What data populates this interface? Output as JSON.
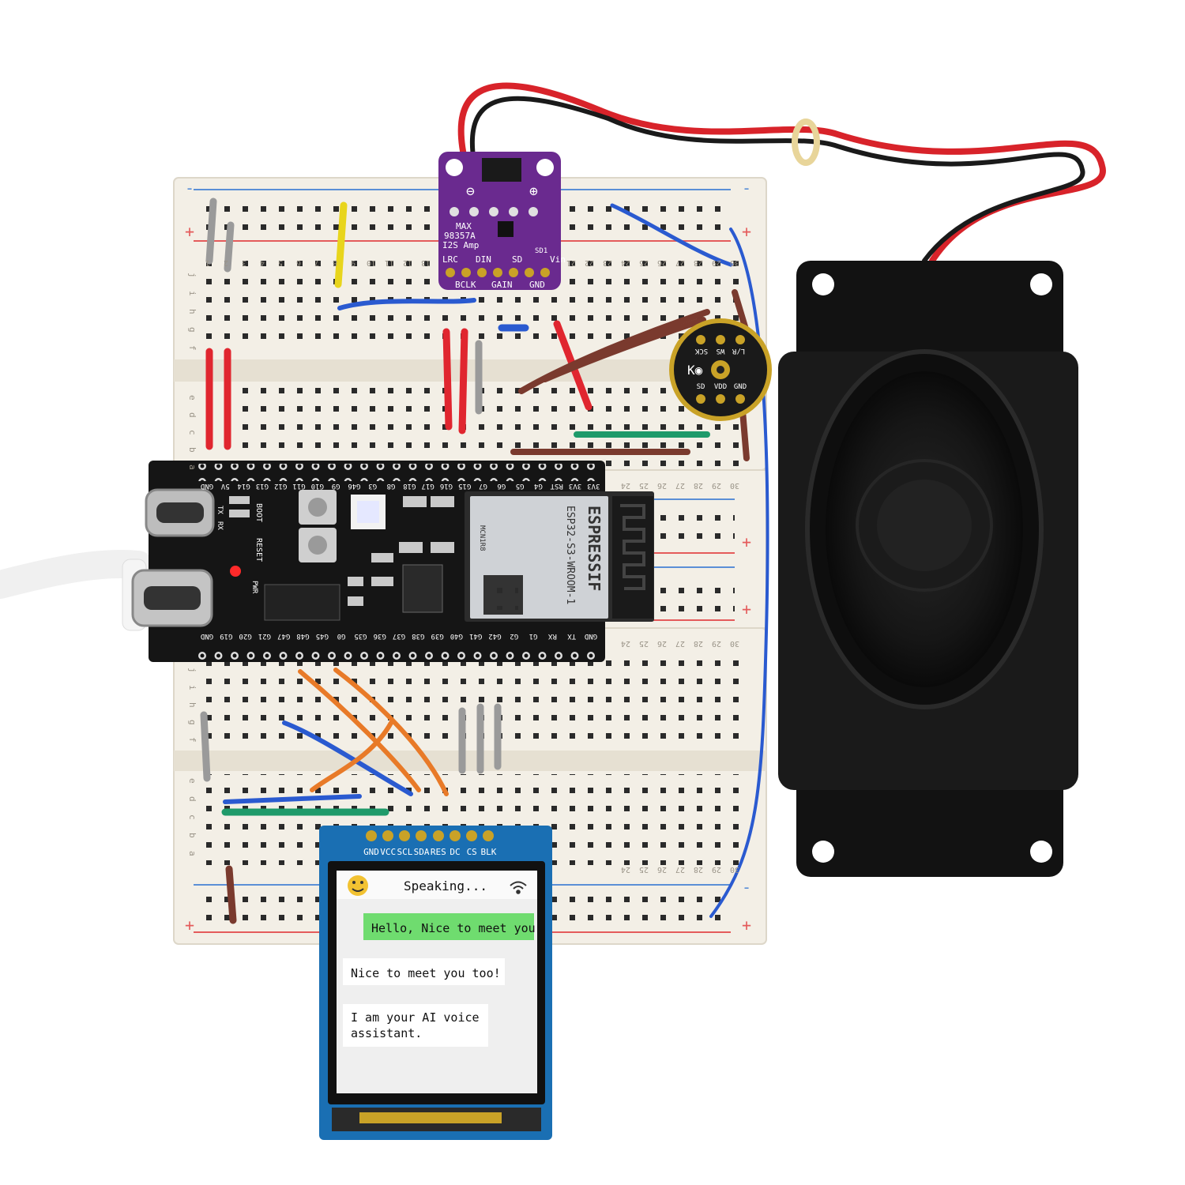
{
  "amplifier": {
    "title": "MAX",
    "part": "98357A",
    "subtitle": "I2S Amp",
    "pins_top": [
      "LRC",
      "DIN",
      "SD",
      "Vin"
    ],
    "pins_bottom": [
      "BCLK",
      "GAIN",
      "GND"
    ],
    "minus": "⊖",
    "plus": "⊕",
    "chip_label": "SD1"
  },
  "microphone": {
    "pins_top": [
      "L/R",
      "WS",
      "SCK"
    ],
    "pins_bottom": [
      "SD",
      "VDD",
      "GND"
    ]
  },
  "esp32": {
    "module_brand": "ESPRESSIF",
    "module_name": "ESP32-S3-WROOM-1",
    "button_boot": "BOOT",
    "button_reset": "RESET",
    "pin_row_top": [
      "GND",
      "5V",
      "G14",
      "G13",
      "G12",
      "G11",
      "G10",
      "G9",
      "G46",
      "G3",
      "G8",
      "G18",
      "G17",
      "G16",
      "G15",
      "G7",
      "G6",
      "G5",
      "G4",
      "RST",
      "3V3",
      "3V3"
    ],
    "pin_row_bottom": [
      "GND",
      "G19",
      "G20",
      "G21",
      "G47",
      "G48",
      "G45",
      "G0",
      "G35",
      "G36",
      "G37",
      "G38",
      "G39",
      "G40",
      "G41",
      "G42",
      "G2",
      "G1",
      "RX",
      "TX",
      "GND"
    ],
    "labels_side": [
      "TX",
      "RX",
      "PWR"
    ],
    "module_info": "MCN1R8"
  },
  "display": {
    "pins": [
      "GND",
      "VCC",
      "SCL",
      "SDA",
      "RES",
      "DC",
      "CS",
      "BLK"
    ],
    "status": "Speaking...",
    "messages": [
      {
        "role": "user",
        "text": "Hello, Nice to meet you!"
      },
      {
        "role": "assistant",
        "text": "Nice to meet you too!"
      },
      {
        "role": "assistant",
        "text": "I am your AI voice assistant."
      }
    ],
    "colors": {
      "user_bubble": "#6fdc6f",
      "assistant_bubble": "#ffffff",
      "screen_bg": "#efefef"
    }
  },
  "breadboard": {
    "column_numbers": [
      "1",
      "2",
      "3",
      "4",
      "5",
      "6",
      "7",
      "8",
      "9",
      "10",
      "11",
      "12",
      "13",
      "14",
      "15",
      "16",
      "17",
      "18",
      "19",
      "20",
      "21",
      "22",
      "23",
      "24",
      "25",
      "26",
      "27",
      "28",
      "29",
      "30"
    ],
    "row_letters_top": [
      "j",
      "i",
      "h",
      "g",
      "f"
    ],
    "row_letters_bottom": [
      "e",
      "d",
      "c",
      "b",
      "a"
    ],
    "rail_plus": "+",
    "rail_minus": "-"
  }
}
